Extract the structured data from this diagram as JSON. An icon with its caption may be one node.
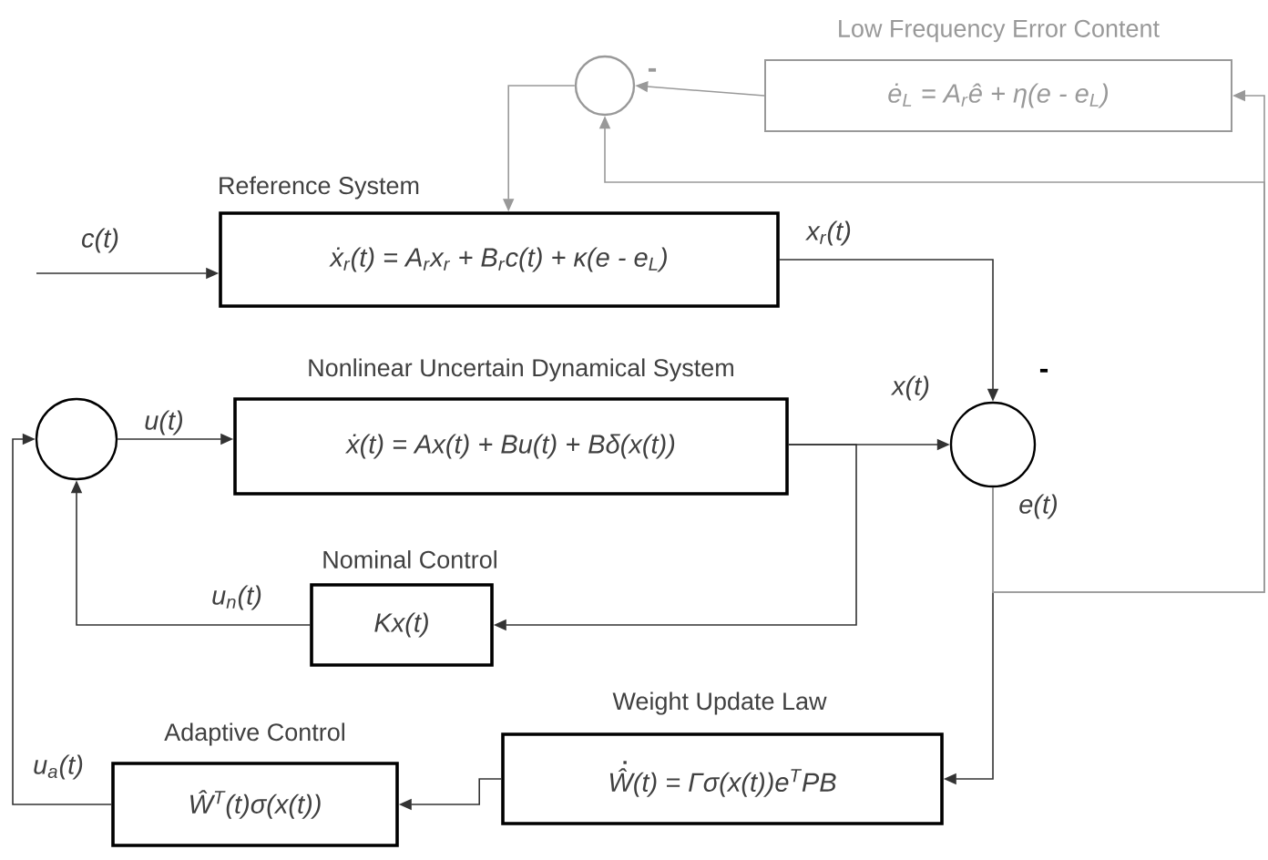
{
  "diagram": {
    "nodes": [
      {
        "text": [],
        "shape": "circle"
      },
      {
        "text": [
          "Low Frequency Error Content",
          "ė$_{L}$ = A$_{r}$ê + η(e - e$_{L}$)"
        ]
      },
      {
        "text": [
          "Reference System",
          "ẋ$_{r}$(t) = A$_{r}$x$_{r}$ + B$_{r}$c(t) + κ(e - e$_{L}$)"
        ]
      },
      {
        "text": [
          "Nonlinear Uncertain Dynamical System",
          "ẋ(t) = Ax(t) + Bu(t) + Bδ(x(t))"
        ]
      },
      {
        "text": [],
        "shape": "circle"
      },
      {
        "text": [],
        "shape": "circle"
      },
      {
        "text": [
          "Nominal Control",
          "Kx(t)"
        ]
      },
      {
        "text": [
          "Weight Update Law",
          "Ŵ(t) = Γσ(x(t))e$^{T}$PB"
        ]
      },
      {
        "text": [
          "Adaptive Control",
          "Ŵ$^{T}$(t)σ(x(t))"
        ]
      }
    ],
    "edges": [
      {
        "from": null,
        "to": 2,
        "arrow": "to",
        "label": "c(t)"
      },
      {
        "from": 2,
        "to": 5,
        "arrow": "to",
        "label": "x$_{r}$(t)"
      },
      {
        "from": 3,
        "to": 5,
        "arrow": "to",
        "label": "x(t)"
      },
      {
        "from": 4,
        "to": 3,
        "arrow": "to",
        "label": "u(t)"
      },
      {
        "from": 3,
        "to": 6,
        "arrow": "to"
      },
      {
        "from": 6,
        "to": 4,
        "arrow": "to",
        "label": "u$_{n}$(t)"
      },
      {
        "from": 5,
        "to": 7,
        "arrow": "to",
        "label": "e(t)"
      },
      {
        "from": 7,
        "to": 8,
        "arrow": "to"
      },
      {
        "from": 8,
        "to": 4,
        "arrow": "to",
        "label": "u$_{a}$(t)"
      },
      {
        "from": 5,
        "to": 1,
        "arrow": "to",
        "color": "#999999"
      },
      {
        "from": 5,
        "to": 0,
        "arrow": "to",
        "color": "#999999"
      },
      {
        "from": 1,
        "to": 0,
        "arrow": "to",
        "color": "#999999"
      },
      {
        "from": 0,
        "to": 2,
        "arrow": "to",
        "color": "#999999"
      }
    ],
    "labels": [
      "-",
      "-"
    ]
  }
}
